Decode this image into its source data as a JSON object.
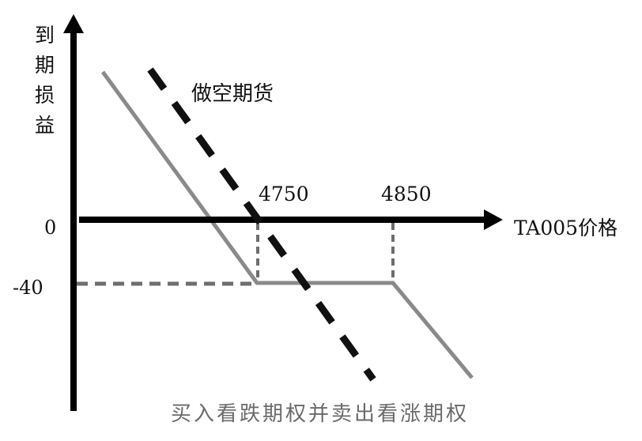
{
  "axes": {
    "y_label_chars": [
      "到",
      "期",
      "损",
      "益"
    ],
    "x_label": "TA005价格",
    "y_ticks": [
      {
        "label": "0",
        "value": 0
      },
      {
        "label": "-40",
        "value": -40
      }
    ],
    "x_ticks": [
      {
        "label": "4750",
        "value": 4750
      },
      {
        "label": "4850",
        "value": 4850
      }
    ]
  },
  "annotations": {
    "short_futures": "做空期货",
    "option_combo": "买入看跌期权并卖出看涨期权"
  },
  "colors": {
    "axis": "#000000",
    "short_futures_line": "#111111",
    "combo_line": "#8a8a8a",
    "guide_line": "#6e6e6e",
    "bottom_label": "#6a6a6a"
  },
  "chart_data": {
    "type": "line",
    "title": "",
    "xlabel": "TA005价格",
    "ylabel": "到期损益",
    "series": [
      {
        "name": "做空期货",
        "style": "dashed-black",
        "points": [
          {
            "x": "low",
            "y": "high"
          },
          {
            "x": 4750,
            "y": 0
          },
          {
            "x": "high",
            "y": "low"
          }
        ]
      },
      {
        "name": "买入看跌期权并卖出看涨期权",
        "style": "solid-gray",
        "points": [
          {
            "x": "low",
            "y": "high"
          },
          {
            "x": 4750,
            "y": -40
          },
          {
            "x": 4850,
            "y": -40
          },
          {
            "x": "high",
            "y": "low"
          }
        ]
      }
    ],
    "reference_lines": [
      {
        "type": "vertical",
        "x": 4750,
        "from_y": -40,
        "to_y": 0,
        "style": "dashed"
      },
      {
        "type": "vertical",
        "x": 4850,
        "from_y": -40,
        "to_y": 0,
        "style": "dashed"
      },
      {
        "type": "horizontal",
        "y": -40,
        "from_x": "axis",
        "to_x": 4750,
        "style": "dashed"
      }
    ],
    "grid": false,
    "legend": "inline annotations"
  }
}
